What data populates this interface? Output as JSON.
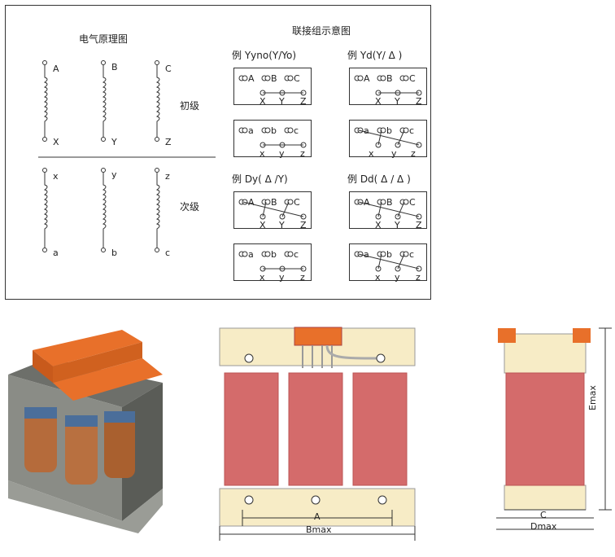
{
  "diagram": {
    "principle_title": "电气原理图",
    "primary_label": "初级",
    "secondary_label": "次级",
    "primary_top": [
      "A",
      "B",
      "C"
    ],
    "primary_bottom": [
      "X",
      "Y",
      "Z"
    ],
    "secondary_top": [
      "x",
      "y",
      "z"
    ],
    "secondary_bottom": [
      "a",
      "b",
      "c"
    ],
    "connections_title": "联接组示意图",
    "groups": [
      {
        "label": "例 Yyno(Y/Yo)",
        "primary": {
          "top": [
            "A",
            "B",
            "C"
          ],
          "bottom": [
            "X",
            "Y",
            "Z"
          ]
        },
        "secondary": {
          "top": [
            "a",
            "b",
            "c"
          ],
          "bottom": [
            "x",
            "y",
            "z"
          ]
        }
      },
      {
        "label": "例 Yd(Y/ Δ )",
        "primary": {
          "top": [
            "A",
            "B",
            "C"
          ],
          "bottom": [
            "X",
            "Y",
            "Z"
          ]
        },
        "secondary": {
          "top": [
            "a",
            "b",
            "c"
          ],
          "bottom": [
            "x",
            "y",
            "z"
          ]
        }
      },
      {
        "label": "例 Dy( Δ /Y)",
        "primary": {
          "top": [
            "A",
            "B",
            "C"
          ],
          "bottom": [
            "X",
            "Y",
            "Z"
          ]
        },
        "secondary": {
          "top": [
            "a",
            "b",
            "c"
          ],
          "bottom": [
            "x",
            "y",
            "z"
          ]
        }
      },
      {
        "label": "例 Dd( Δ / Δ )",
        "primary": {
          "top": [
            "A",
            "B",
            "C"
          ],
          "bottom": [
            "X",
            "Y",
            "Z"
          ]
        },
        "secondary": {
          "top": [
            "a",
            "b",
            "c"
          ],
          "bottom": [
            "x",
            "y",
            "z"
          ]
        }
      }
    ]
  },
  "drawings": {
    "front_dim_a": "A",
    "front_dim_b": "Bmax",
    "side_dim_c": "C",
    "side_dim_d": "Dmax",
    "side_dim_e": "Emax"
  },
  "colors": {
    "coil": "#d46b6b",
    "frame": "#f7ecc6",
    "terminal": "#e8702a"
  }
}
